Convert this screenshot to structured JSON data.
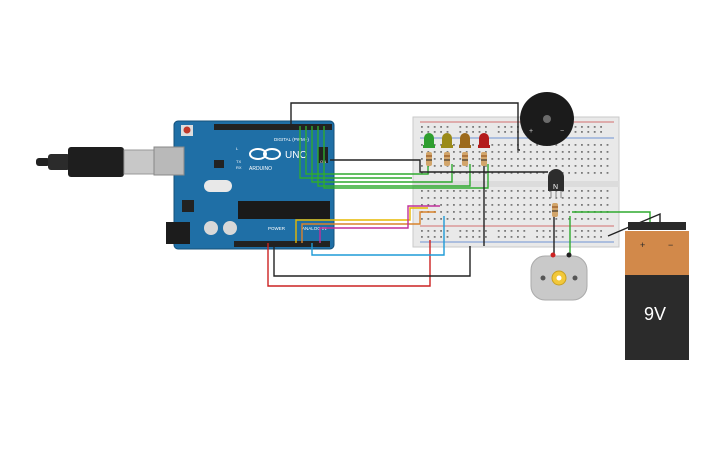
{
  "arduino": {
    "brand": "ARDUINO",
    "model": "UNO",
    "digital_label": "DIGITAL (PWM~)",
    "power_label": "POWER",
    "analog_label": "ANALOG IN",
    "on_label": "ON",
    "tx_label": "TX",
    "rx_label": "RX",
    "l_label": "L",
    "board_color": "#1f6fa6"
  },
  "transistor": {
    "label": "N"
  },
  "battery": {
    "label": "9V",
    "plus": "+",
    "minus": "−"
  },
  "buzzer": {
    "plus": "+",
    "minus": "−"
  },
  "leds": [
    {
      "name": "green",
      "color": "#2f9e2f"
    },
    {
      "name": "yellow",
      "color": "#9a8a1a"
    },
    {
      "name": "amber",
      "color": "#9c6a1c"
    },
    {
      "name": "red",
      "color": "#b31b1b"
    }
  ],
  "wire_colors": {
    "black": "#222222",
    "red": "#cc2222",
    "green": "#2faa2f",
    "yellow": "#e6b800",
    "blue": "#1e9bd7",
    "magenta": "#c0309a",
    "orange": "#d9832b"
  }
}
